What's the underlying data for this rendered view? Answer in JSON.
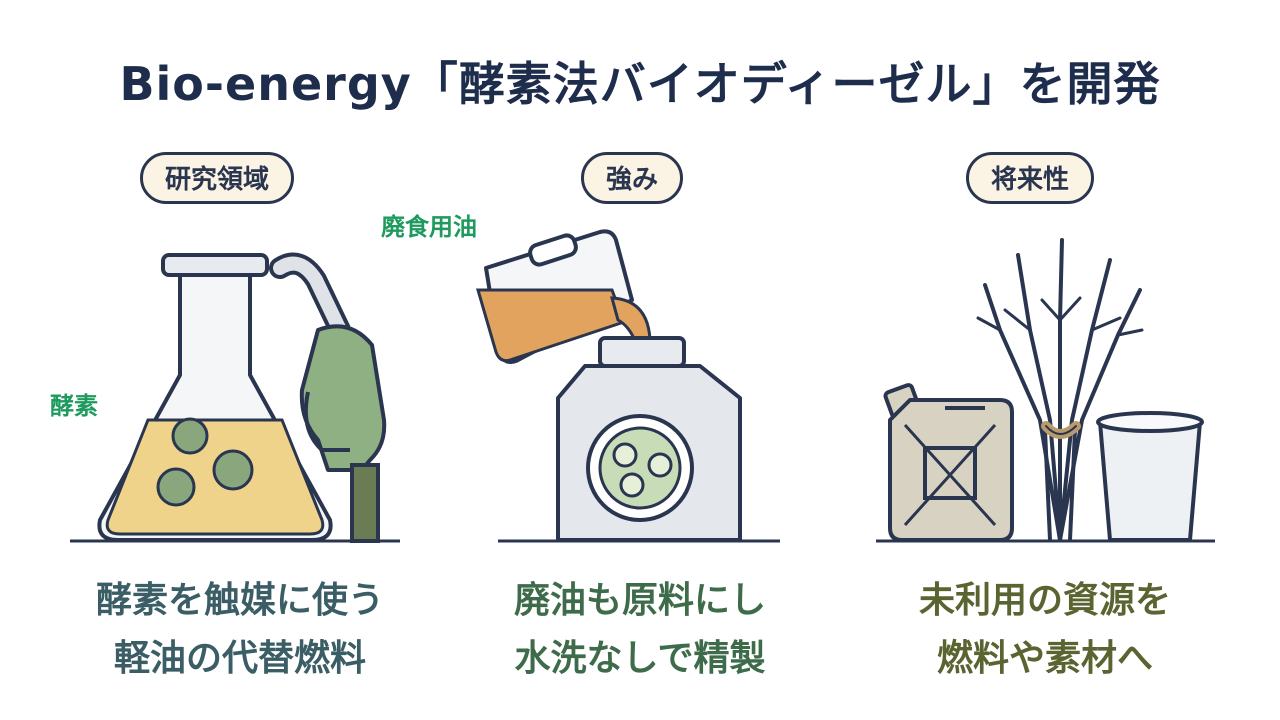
{
  "title": "Bio-energy「酵素法バイオディーゼル」を開発",
  "columns": [
    {
      "heading": "研究領域",
      "callout": "酵素",
      "caption_lines": [
        "酵素を触媒に使う",
        "軽油の代替燃料"
      ],
      "icons": [
        "flask-icon",
        "fuel-nozzle-icon"
      ]
    },
    {
      "heading": "強み",
      "callout": "廃食用油",
      "caption_lines": [
        "廃油も原料にし",
        "水洗なしで精製"
      ],
      "icons": [
        "oil-jug-icon",
        "reactor-tank-icon"
      ]
    },
    {
      "heading": "将来性",
      "callout": "",
      "caption_lines": [
        "未利用の資源を",
        "燃料や素材へ"
      ],
      "icons": [
        "jerry-can-icon",
        "biomass-bundle-icon",
        "cup-icon"
      ]
    }
  ],
  "colors": {
    "title": "#1f2d4d",
    "pill_fill": "#fbf3e3",
    "callout": "#1e9a5e",
    "caption_1": "#3b5d66",
    "caption_2": "#3e6b4a",
    "caption_3": "#5a6430"
  }
}
